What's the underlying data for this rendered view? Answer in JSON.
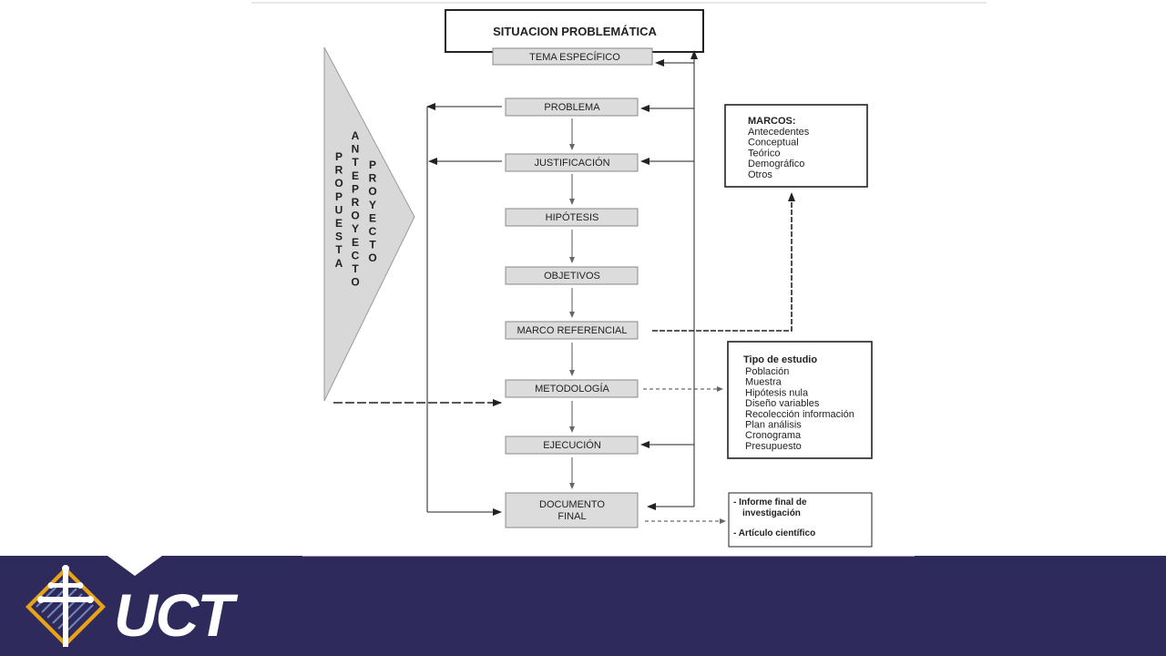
{
  "top_title": "SITUACION PROBLEMÁTICA",
  "steps": {
    "tema": "TEMA ESPECÍFICO",
    "problema": "PROBLEMA",
    "justificacion": "JUSTIFICACIÓN",
    "hipotesis": "HIPÓTESIS",
    "objetivos": "OBJETIVOS",
    "marco": "MARCO REFERENCIAL",
    "metodologia": "METODOLOGÍA",
    "ejecucion": "EJECUCIÓN",
    "documento_line1": "DOCUMENTO",
    "documento_line2": "FINAL"
  },
  "triangle": {
    "col1": [
      "P",
      "R",
      "O",
      "P",
      "U",
      "E",
      "S",
      "T",
      "A"
    ],
    "col2": [
      "A",
      "N",
      "T",
      "E",
      "P",
      "R",
      "O",
      "Y",
      "E",
      "C",
      "T",
      "O"
    ],
    "col3": [
      "P",
      "R",
      "O",
      "Y",
      "E",
      "C",
      "T",
      "O"
    ]
  },
  "marcos": {
    "title": "MARCOS:",
    "items": [
      "Antecedentes",
      "Conceptual",
      "Teórico",
      "Demográfico",
      "Otros"
    ]
  },
  "metodo": {
    "title": "Tipo de estudio",
    "items": [
      "Población",
      "Muestra",
      "Hipótesis nula",
      "Diseño variables",
      "Recolección información",
      "Plan análisis",
      "Cronograma",
      "Presupuesto"
    ]
  },
  "final": {
    "item1_line1": "- Informe final de",
    "item1_line2": "investigación",
    "item2": "- Artículo científico"
  },
  "footer": {
    "brand": "UCT",
    "color": "#2e2a5c"
  }
}
